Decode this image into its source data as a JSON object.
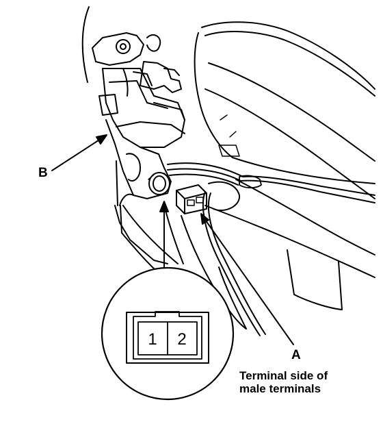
{
  "callouts": {
    "b": "B",
    "a": "A"
  },
  "connector": {
    "terminal_1": "1",
    "terminal_2": "2"
  },
  "caption": {
    "line1": "Terminal side of",
    "line2": "male terminals"
  },
  "colors": {
    "ink": "#000000",
    "paper": "#ffffff"
  }
}
